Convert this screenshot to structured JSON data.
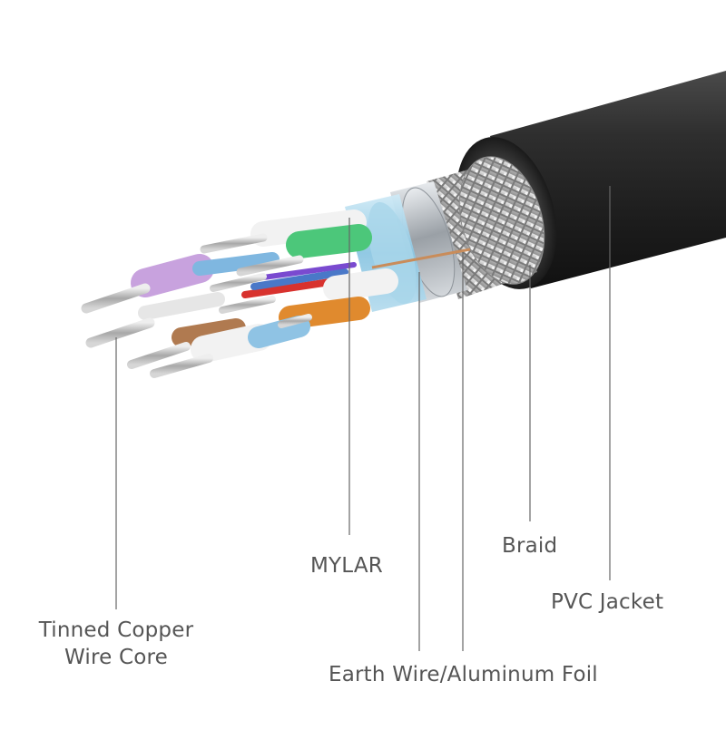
{
  "labels": {
    "tinned_copper_line1": "Tinned Copper",
    "tinned_copper_line2": "Wire Core",
    "mylar": "MYLAR",
    "braid": "Braid",
    "pvc_jacket": "PVC Jacket",
    "earth_wire_foil": "Earth Wire/Aluminum Foil"
  },
  "colors": {
    "jacket": "#2b2b2b",
    "braid": "#cfcfcf",
    "foil": "#bfc4c8",
    "mylar": "#9fd3ea",
    "wire_purple": "#c8a2de",
    "wire_green": "#4cc77a",
    "wire_orange": "#e08a2e",
    "wire_red": "#d8322e",
    "wire_blue": "#4a78c8",
    "wire_white": "#f2f2f2",
    "earth_wire": "#c98c5a",
    "copper": "#b9b9b9",
    "leader_line": "#666666",
    "label_text": "#555555"
  }
}
